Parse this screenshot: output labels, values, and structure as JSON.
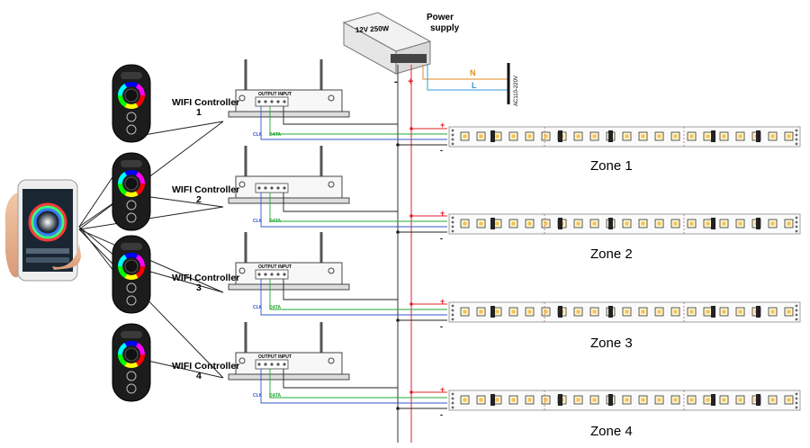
{
  "power_supply": {
    "rating": "12V 250W",
    "label": "Power\nsupply",
    "neg": "-",
    "pos": "+"
  },
  "ac": {
    "n": "N",
    "l": "L",
    "input": "AC110-220V"
  },
  "controllers": [
    {
      "label": "WIFI Controller",
      "num": "1",
      "clk": "CLK",
      "data": "DATA",
      "port": "OUTPUT  INPUT"
    },
    {
      "label": "WIFI Controller",
      "num": "2",
      "clk": "CLK",
      "data": "DATA",
      "port": ""
    },
    {
      "label": "WIFI Controller",
      "num": "3",
      "clk": "CLK",
      "data": "DATA",
      "port": "OUTPUT  INPUT"
    },
    {
      "label": "WIFI Controller",
      "num": "4",
      "clk": "CLK",
      "data": "DATA",
      "port": "OUTPUT  INPUT"
    }
  ],
  "zones": [
    "Zone 1",
    "Zone 2",
    "Zone 3",
    "Zone 4"
  ],
  "wire_marks": {
    "plus": "+",
    "minus": "-"
  },
  "colors": {
    "power_red": "#e0202a",
    "power_black": "#222222",
    "clk_blue": "#3355cc",
    "data_green": "#22aa33",
    "n_orange": "#e08a20",
    "l_blue": "#3399dd",
    "wheel": [
      "#ff0000",
      "#ffff00",
      "#00ff00",
      "#00ffff",
      "#0000ff",
      "#ff00ff",
      "#ff0000"
    ]
  },
  "icons": [
    "smartphone-icon",
    "rgb-touch-remote-icon",
    "wifi-controller-icon",
    "led-strip-icon",
    "power-supply-icon"
  ]
}
